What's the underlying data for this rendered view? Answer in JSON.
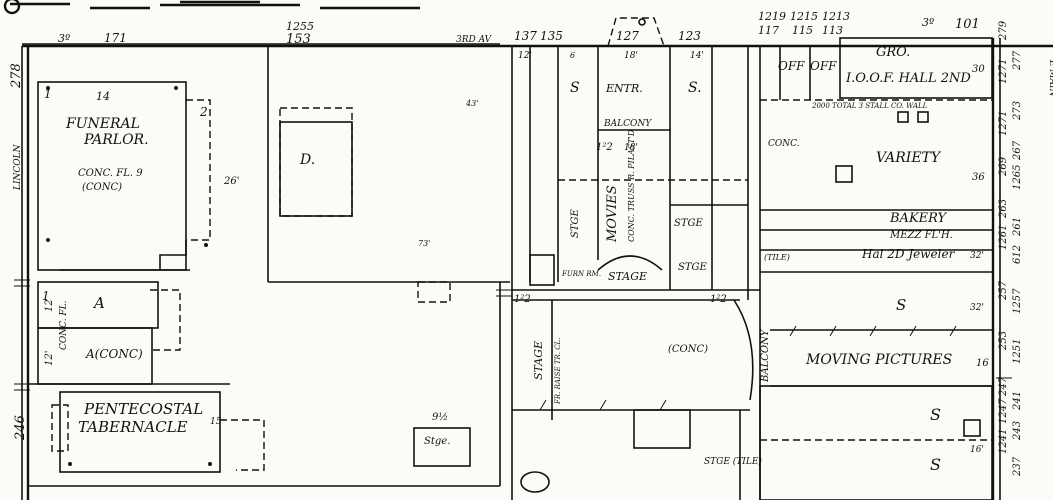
{
  "map": {
    "streets": {
      "third_ave_left": "3º",
      "third_ave_mid": "3RD AV",
      "third_ave_right": "3º",
      "lincoln": "LINCOLN",
      "main_right": "E MAIN"
    },
    "address_numbers": {
      "n171": "171",
      "n1255": "1255",
      "n153": "153",
      "n137": "137",
      "n135": "135",
      "n127": "127",
      "n123": "123",
      "n1219": "1219",
      "n117": "117",
      "n1215": "1215",
      "n115": "115",
      "n1213": "1213",
      "n113": "113",
      "n101": "101",
      "n278": "278",
      "n246": "246",
      "r279": "279",
      "r277": "277",
      "r1271": "1271",
      "r273": "273",
      "r1271b": "1271",
      "r267": "267",
      "r269": "269",
      "r1265": "1265",
      "r263": "263",
      "r261": "261",
      "r1261": "1261",
      "r612": "612",
      "r257": "257",
      "r1257": "1257",
      "r253": "253",
      "r1251": "1251",
      "r247": "247",
      "r241": "241",
      "r1247": "1247",
      "r243": "243",
      "r1241": "1241",
      "r237": "237"
    },
    "labels": {
      "funeral": "FUNERAL",
      "parlor": "PARLOR.",
      "conc_fl": "CONC. FL. 9",
      "conc_paren": "(CONC)",
      "d": "D.",
      "a1": "A",
      "conc_fl2": "CONC. FL.",
      "a_conc": "A(CONC)",
      "pentecostal": "PENTECOSTAL",
      "tabernacle": "TABERNACLE",
      "stge_box": "Stge.",
      "s1": "S",
      "entr": "ENTR.",
      "s2": "S.",
      "balcony1": "BALCONY",
      "movies": "MOVIES",
      "conc_truss": "CONC. TRUSS R. PILAST'D",
      "stge1": "STGE",
      "stge2": "STGE",
      "stage": "STAGE",
      "stge3": "STGE",
      "furn_rm": "FURN RM.",
      "stage_v": "STAGE",
      "fr_raise": "FR. RAISE TR. CL.",
      "conc_mid": "(CONC)",
      "balcony_v": "BALCONY",
      "stge_tile": "STGE (TILE)",
      "gro": "GRO.",
      "off1": "OFF",
      "off2": "OFF",
      "iodf_hall": "I.O.O.F. HALL 2ND",
      "variety": "VARIETY",
      "conc_r": "CONC.",
      "bakery": "BAKERY",
      "mezz": "MEZZ FL'H.",
      "hall_jeweler": "Hal 2D Jeweler",
      "s_big": "S",
      "moving_pictures": "MOVING PICTURES",
      "s_low1": "S",
      "s_low2": "S",
      "tile": "(TILE)",
      "ddd_note": "2000 TOTAL 3 STALL CO. WALL"
    },
    "numbers": {
      "n14": "14",
      "n26": "26'",
      "n12a": "12",
      "n12b": "12'",
      "n1a": "1",
      "n1b": "1",
      "n2a": "2",
      "n43": "43'",
      "n73": "73'",
      "n12c": "12'",
      "n18": "18'",
      "n14b": "14'",
      "n12d": "1²2",
      "n18b": "18'",
      "n6": "6",
      "n12e": "1²2",
      "n12f": "1²2",
      "n32a": "32'",
      "n32b": "32'",
      "n30": "30",
      "n36": "36",
      "n16a": "16",
      "n16b": "16'",
      "n15": "15",
      "n92": "9½"
    }
  }
}
